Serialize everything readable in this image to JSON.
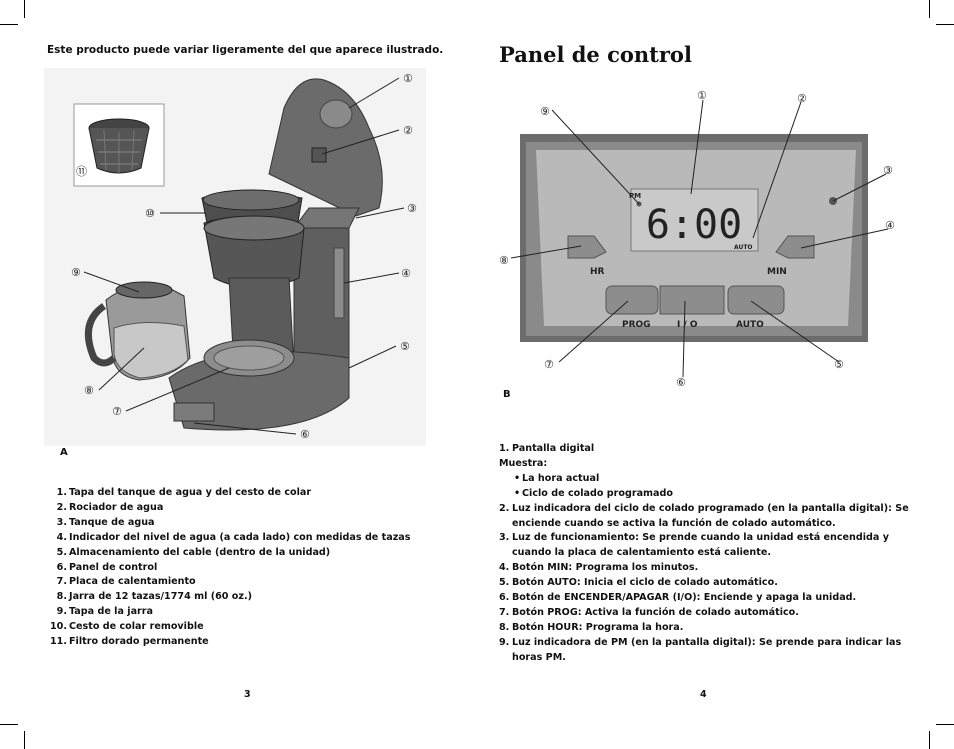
{
  "left_page": {
    "intro": "Este producto puede variar ligeramente del que aparece ilustrado.",
    "figure_letter": "A",
    "callouts": [
      "①",
      "②",
      "③",
      "④",
      "⑤",
      "⑥",
      "⑦",
      "⑧",
      "⑨",
      "⑩",
      "⑪"
    ],
    "parts": [
      {
        "num": "1.",
        "text": "Tapa del tanque de agua y del cesto de colar"
      },
      {
        "num": "2.",
        "text": "Rociador de agua"
      },
      {
        "num": "3.",
        "text": "Tanque de agua"
      },
      {
        "num": "4.",
        "text": "Indicador del nivel de agua (a cada lado) con medidas de tazas"
      },
      {
        "num": "5.",
        "text": "Almacenamiento del cable (dentro de la unidad)"
      },
      {
        "num": "6.",
        "text": "Panel de control"
      },
      {
        "num": "7.",
        "text": "Placa de calentamiento"
      },
      {
        "num": "8.",
        "text": "Jarra de 12 tazas/1774 ml (60 oz.)"
      },
      {
        "num": "9.",
        "text": "Tapa de la jarra"
      },
      {
        "num": "10.",
        "text": "Cesto de colar removible"
      },
      {
        "num": "11.",
        "text": "Filtro dorado permanente"
      }
    ],
    "page_number": "3"
  },
  "right_page": {
    "heading": "Panel de control",
    "figure_letter": "B",
    "callouts": [
      "①",
      "②",
      "③",
      "④",
      "⑤",
      "⑥",
      "⑦",
      "⑧",
      "⑨"
    ],
    "display": {
      "time": "6:00",
      "pm": "PM",
      "auto": "AUTO"
    },
    "buttons": {
      "hr": "HR",
      "min": "MIN",
      "prog": "PROG",
      "onoff": "I / O",
      "auto": "AUTO"
    },
    "items": [
      {
        "num": "1.",
        "text": "Pantalla digital"
      },
      {
        "num": "2.",
        "text": "Luz indicadora del ciclo de colado programado (en la pantalla digital): Se enciende cuando se activa la función de colado automático."
      },
      {
        "num": "3.",
        "text": "Luz de funcionamiento: Se prende cuando la unidad está encendida y cuando la placa de calentamiento está caliente."
      },
      {
        "num": "4.",
        "text": "Botón MIN: Programa los minutos."
      },
      {
        "num": "5.",
        "text": "Botón AUTO: Inicia el ciclo de colado automático."
      },
      {
        "num": "6.",
        "text": "Botón de ENCENDER/APAGAR (I/O): Enciende y apaga la unidad."
      },
      {
        "num": "7.",
        "text": "Botón PROG: Activa la función de colado automático."
      },
      {
        "num": "8.",
        "text": "Botón HOUR: Programa la hora."
      },
      {
        "num": "9.",
        "text": "Luz indicadora de PM (en la pantalla digital): Se prende para indicar las horas PM."
      }
    ],
    "shows_label": "Muestra:",
    "shows": [
      "La hora actual",
      "Ciclo de colado programado"
    ],
    "page_number": "4"
  }
}
